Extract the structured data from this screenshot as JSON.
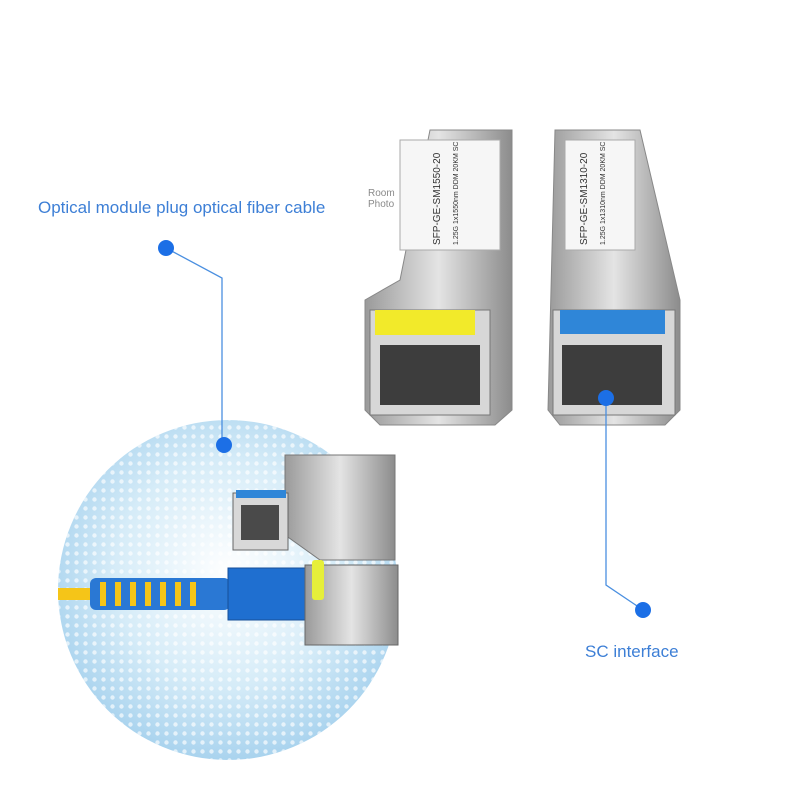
{
  "callouts": {
    "top_left": "Optical module plug optical fiber cable",
    "bottom_right": "SC interface"
  },
  "modules": [
    {
      "model": "SFP-GE-SM1550-20",
      "spec": "1.25G 1x1550nm DDM 20KM SC",
      "latch_color": "#f2ea2a"
    },
    {
      "model": "SFP-GE-SM1310-20",
      "spec": "1.25G 1x1310nm DDM 20KM SC",
      "latch_color": "#2f86d8"
    }
  ],
  "watermark": [
    "Room",
    "Photo"
  ],
  "colors": {
    "accent": "#3d7fd6",
    "dot": "#1c6fe6",
    "cable": "#f5c518",
    "connector": "#2a78d4"
  }
}
